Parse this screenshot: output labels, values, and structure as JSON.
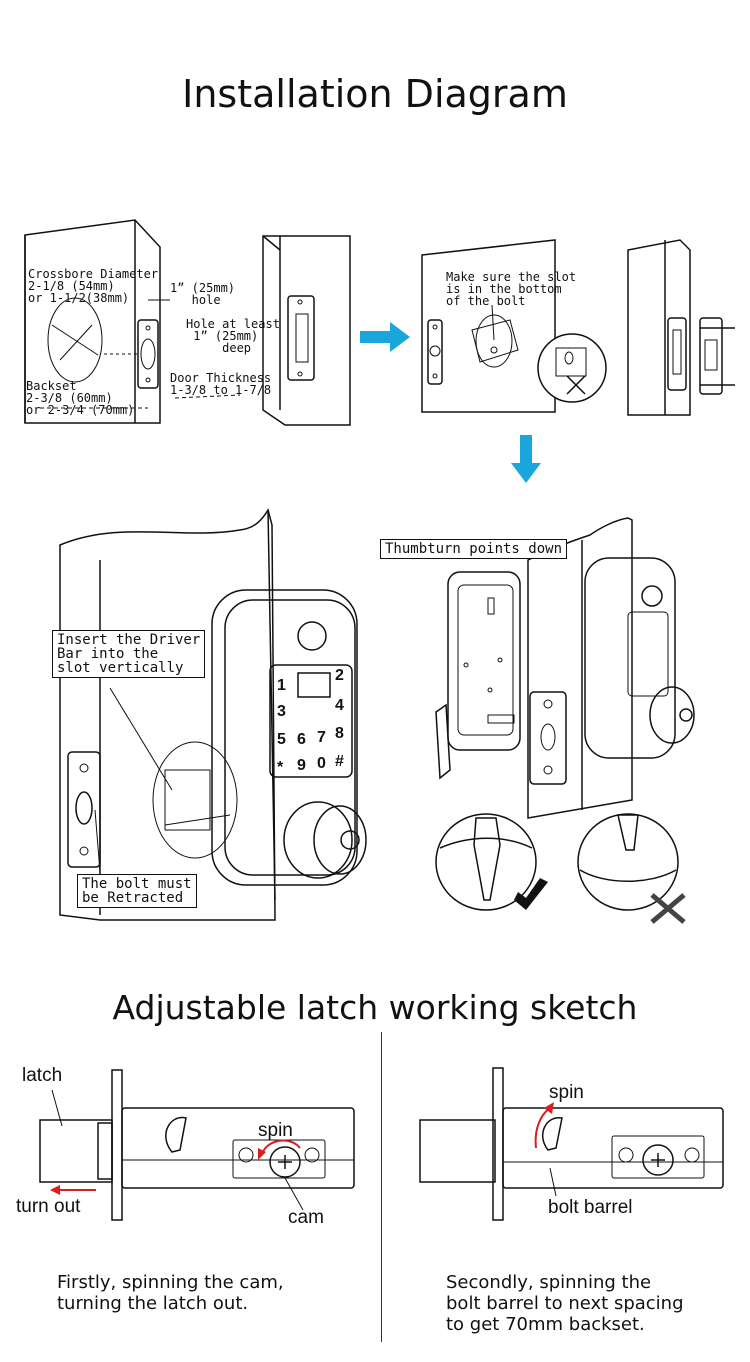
{
  "title": "Installation Diagram",
  "step1": {
    "crossbore": "Crossbore Diameter\n2-1/8 (54mm)\nor 1-1/2(38mm)",
    "hole": "1” (25mm)\n   hole",
    "backset": "Backset\n2-3/8 (60mm)\nor 2-3/4 (70mm)",
    "hole_depth": "Hole at least\n 1” (25mm)\n     deep",
    "door_thickness": "Door Thickness\n1-3/8 to 1-7/8"
  },
  "step2": {
    "slot_note": "Make sure the slot\nis in the bottom\nof the bolt"
  },
  "step3": {
    "driver_bar": "Insert the Driver\nBar into the\nslot vertically",
    "bolt_retracted": "The bolt must\nbe Retracted"
  },
  "step4": {
    "thumbturn": "Thumbturn points down"
  },
  "keypad_keys": [
    "1",
    "2",
    "3",
    "4",
    "5",
    "6",
    "7",
    "8",
    "*",
    "9",
    "0",
    "#"
  ],
  "sketch_title": "Adjustable latch working sketch",
  "left_sketch": {
    "latch": "latch",
    "turn_out": "turn out",
    "spin": "spin",
    "cam": "cam",
    "caption": "Firstly, spinning the cam,\nturning the latch out."
  },
  "right_sketch": {
    "spin": "spin",
    "bolt_barrel": "bolt barrel",
    "caption": "Secondly, spinning the\nbolt barrel to next spacing\nto get 70mm backset."
  },
  "colors": {
    "arrow": "#1aa6dc",
    "red_arrow": "#d42020",
    "line": "#111111"
  }
}
